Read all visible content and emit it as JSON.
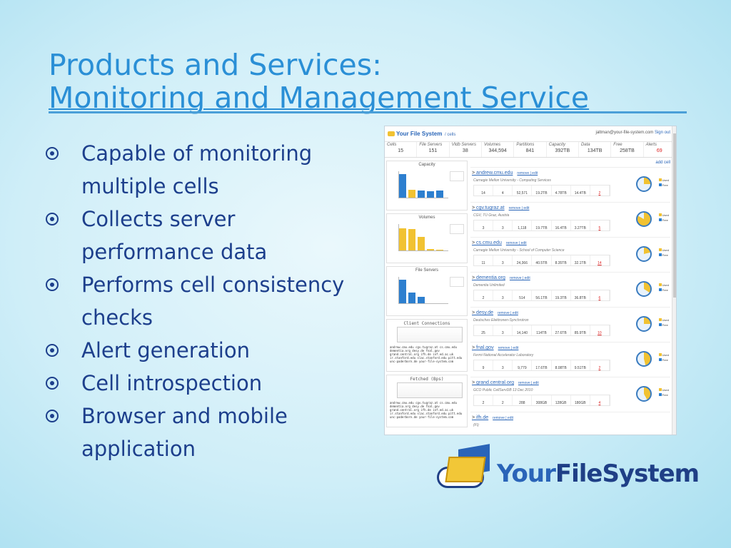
{
  "title": {
    "line1": "Products and Services:",
    "line2": "Monitoring and Management Service"
  },
  "bullets": [
    "Capable of monitoring multiple cells",
    "Collects server performance data",
    "Performs cell consistency checks",
    "Alert generation",
    "Cell introspection",
    "Browser and mobile application"
  ],
  "screenshot": {
    "logo": "Your File System",
    "crumb": "/ cells",
    "user": "jaltman@your-file-system.com",
    "signout": "Sign out",
    "summary": [
      {
        "k": "Cells",
        "v": "15"
      },
      {
        "k": "File Servers",
        "v": "151"
      },
      {
        "k": "Vldb Servers",
        "v": "38"
      },
      {
        "k": "Volumes",
        "v": "344,594"
      },
      {
        "k": "Partitions",
        "v": "841"
      },
      {
        "k": "Capacity",
        "v": "392TB"
      },
      {
        "k": "Data",
        "v": "134TB"
      },
      {
        "k": "Free",
        "v": "258TB"
      },
      {
        "k": "Alerts",
        "v": "69"
      }
    ],
    "panels": [
      "Capacity",
      "Volumes",
      "File Servers"
    ],
    "conn_title": "Client Connections",
    "fetch_title": "Fetched (Bps)",
    "conn_legend": "andrew.cmu.edu  cgv.tugraz.at  cs.cmu.edu  dementia.org  desy.de  fnal.gov  grand.central.org  ifh.de  inf.ed.ac.uk  ir.stanford.edu  slac.stanford.edu  pitt.edu  unc-paderborn.de  your-file-system.com",
    "add_cell": "add cell",
    "actions": "remove | edit",
    "pie_used": "Used",
    "pie_free": "Free",
    "cells": [
      {
        "name": "andrew.cmu.edu",
        "desc": "Carnegie Mellon University - Computing Services",
        "vals": [
          "14",
          "4",
          "52,571",
          "19.2TB",
          "4.78TB",
          "14.4TB",
          "2"
        ]
      },
      {
        "name": "cgv.tugraz.at",
        "desc": "CGV, TU Graz, Austria",
        "vals": [
          "3",
          "3",
          "1,118",
          "19.7TB",
          "16.4TB",
          "3.27TB",
          "5"
        ]
      },
      {
        "name": "cs.cmu.edu",
        "desc": "Carnegie Mellon University - School of Computer Science",
        "vals": [
          "11",
          "3",
          "24,366",
          "40.5TB",
          "8.35TB",
          "32.1TB",
          "14"
        ]
      },
      {
        "name": "dementia.org",
        "desc": "Dementia Unlimited",
        "vals": [
          "2",
          "3",
          "514",
          "56.1TB",
          "19.3TB",
          "36.8TB",
          "6"
        ]
      },
      {
        "name": "desy.de",
        "desc": "Deutsches Elektronen-Synchrotron",
        "vals": [
          "25",
          "3",
          "14,140",
          "114TB",
          "27.6TB",
          "85.9TB",
          "10"
        ]
      },
      {
        "name": "fnal.gov",
        "desc": "Fermi National Accelerator Laboratory",
        "vals": [
          "9",
          "3",
          "9,779",
          "17.6TB",
          "8.08TB",
          "9.51TB",
          "2"
        ]
      },
      {
        "name": "grand.central.org",
        "desc": "GCO Public CellServDB 13 Dec 2010",
        "vals": [
          "2",
          "2",
          "288",
          "308GB",
          "128GB",
          "180GB",
          "4"
        ]
      },
      {
        "name": "ifh.de",
        "desc": "(FI)",
        "vals": [
          "",
          "",
          "",
          "",
          "",
          "",
          ""
        ]
      }
    ]
  },
  "logo_text": {
    "part1": "Your",
    "part2": "FileSystem"
  },
  "colors": {
    "title": "#2a8fd6",
    "bullet_text": "#1d3f8c",
    "logo_blue": "#2a64b8",
    "logo_yellow": "#f2c737"
  }
}
